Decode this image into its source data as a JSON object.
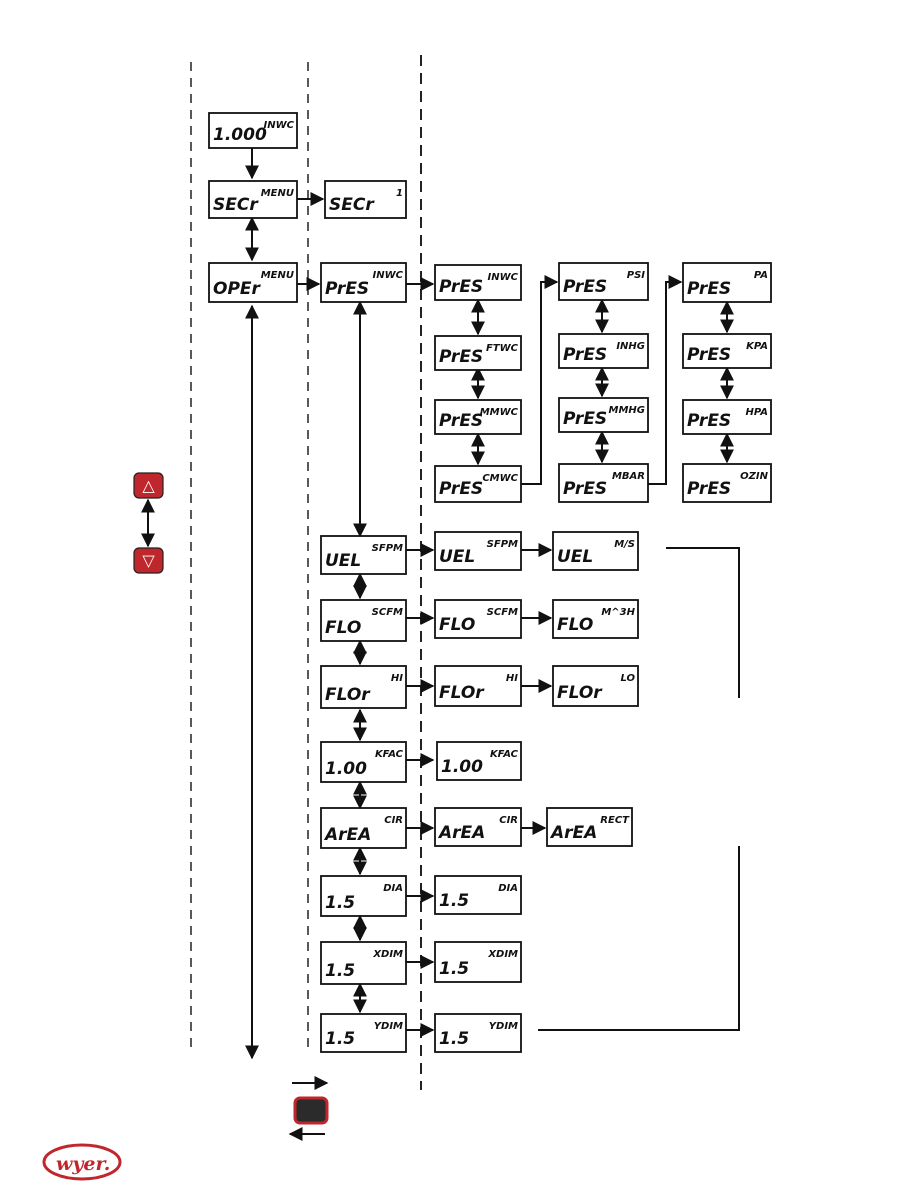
{
  "colors": {
    "accent": "#c0272d",
    "button": "#c0272d",
    "button_dark": "#2b2b2b",
    "line": "#111111"
  },
  "logo": {
    "text": "wyer."
  },
  "displays": [
    {
      "id": "d-1000",
      "main": "1.000",
      "unit": "INWC"
    },
    {
      "id": "d-secr-menu",
      "main": "SECr",
      "unit": "MENU"
    },
    {
      "id": "d-secr-1",
      "main": "SECr",
      "unit": "1"
    },
    {
      "id": "d-oper-menu",
      "main": "OPEr",
      "unit": "MENU"
    },
    {
      "id": "d-pres-inwc-1",
      "main": "PrES",
      "unit": "INWC"
    },
    {
      "id": "d-pres-inwc-2",
      "main": "PrES",
      "unit": "INWC"
    },
    {
      "id": "d-pres-ftwc",
      "main": "PrES",
      "unit": "FTWC"
    },
    {
      "id": "d-pres-mmwc",
      "main": "PrES",
      "unit": "MMWC"
    },
    {
      "id": "d-pres-cmwc",
      "main": "PrES",
      "unit": "CMWC"
    },
    {
      "id": "d-pres-psi",
      "main": "PrES",
      "unit": "PSI"
    },
    {
      "id": "d-pres-inhg",
      "main": "PrES",
      "unit": "INHG"
    },
    {
      "id": "d-pres-mmhg",
      "main": "PrES",
      "unit": "MMHG"
    },
    {
      "id": "d-pres-mbar",
      "main": "PrES",
      "unit": "MBAR"
    },
    {
      "id": "d-pres-pa",
      "main": "PrES",
      "unit": "PA"
    },
    {
      "id": "d-pres-kpa",
      "main": "PrES",
      "unit": "KPA"
    },
    {
      "id": "d-pres-hpa",
      "main": "PrES",
      "unit": "HPA"
    },
    {
      "id": "d-pres-ozin",
      "main": "PrES",
      "unit": "OZIN"
    },
    {
      "id": "d-vel-sfpm-1",
      "main": "UEL",
      "unit": "SFPM"
    },
    {
      "id": "d-vel-sfpm-2",
      "main": "UEL",
      "unit": "SFPM"
    },
    {
      "id": "d-vel-ms",
      "main": "UEL",
      "unit": "M/S"
    },
    {
      "id": "d-flo-scfm-1",
      "main": "FLO",
      "unit": "SCFM"
    },
    {
      "id": "d-flo-scfm-2",
      "main": "FLO",
      "unit": "SCFM"
    },
    {
      "id": "d-flo-m3h",
      "main": "FLO",
      "unit": "M^3H"
    },
    {
      "id": "d-flor-hi-1",
      "main": "FLOr",
      "unit": "HI"
    },
    {
      "id": "d-flor-hi-2",
      "main": "FLOr",
      "unit": "HI"
    },
    {
      "id": "d-flor-lo",
      "main": "FLOr",
      "unit": "LO"
    },
    {
      "id": "d-kfac-1",
      "main": "1.00",
      "unit": "KFAC"
    },
    {
      "id": "d-kfac-2",
      "main": "1.00",
      "unit": "KFAC"
    },
    {
      "id": "d-area-cir-1",
      "main": "ArEA",
      "unit": "CIR"
    },
    {
      "id": "d-area-cir-2",
      "main": "ArEA",
      "unit": "CIR"
    },
    {
      "id": "d-area-rect",
      "main": "ArEA",
      "unit": "RECT"
    },
    {
      "id": "d-dia-1",
      "main": "1.5",
      "unit": "DIA"
    },
    {
      "id": "d-dia-2",
      "main": "1.5",
      "unit": "DIA"
    },
    {
      "id": "d-xdim-1",
      "main": "1.5",
      "unit": "XDIM"
    },
    {
      "id": "d-xdim-2",
      "main": "1.5",
      "unit": "XDIM"
    },
    {
      "id": "d-ydim-1",
      "main": "1.5",
      "unit": "YDIM"
    },
    {
      "id": "d-ydim-2",
      "main": "1.5",
      "unit": "YDIM"
    }
  ],
  "buttons": {
    "up": "△",
    "down": "▽"
  }
}
